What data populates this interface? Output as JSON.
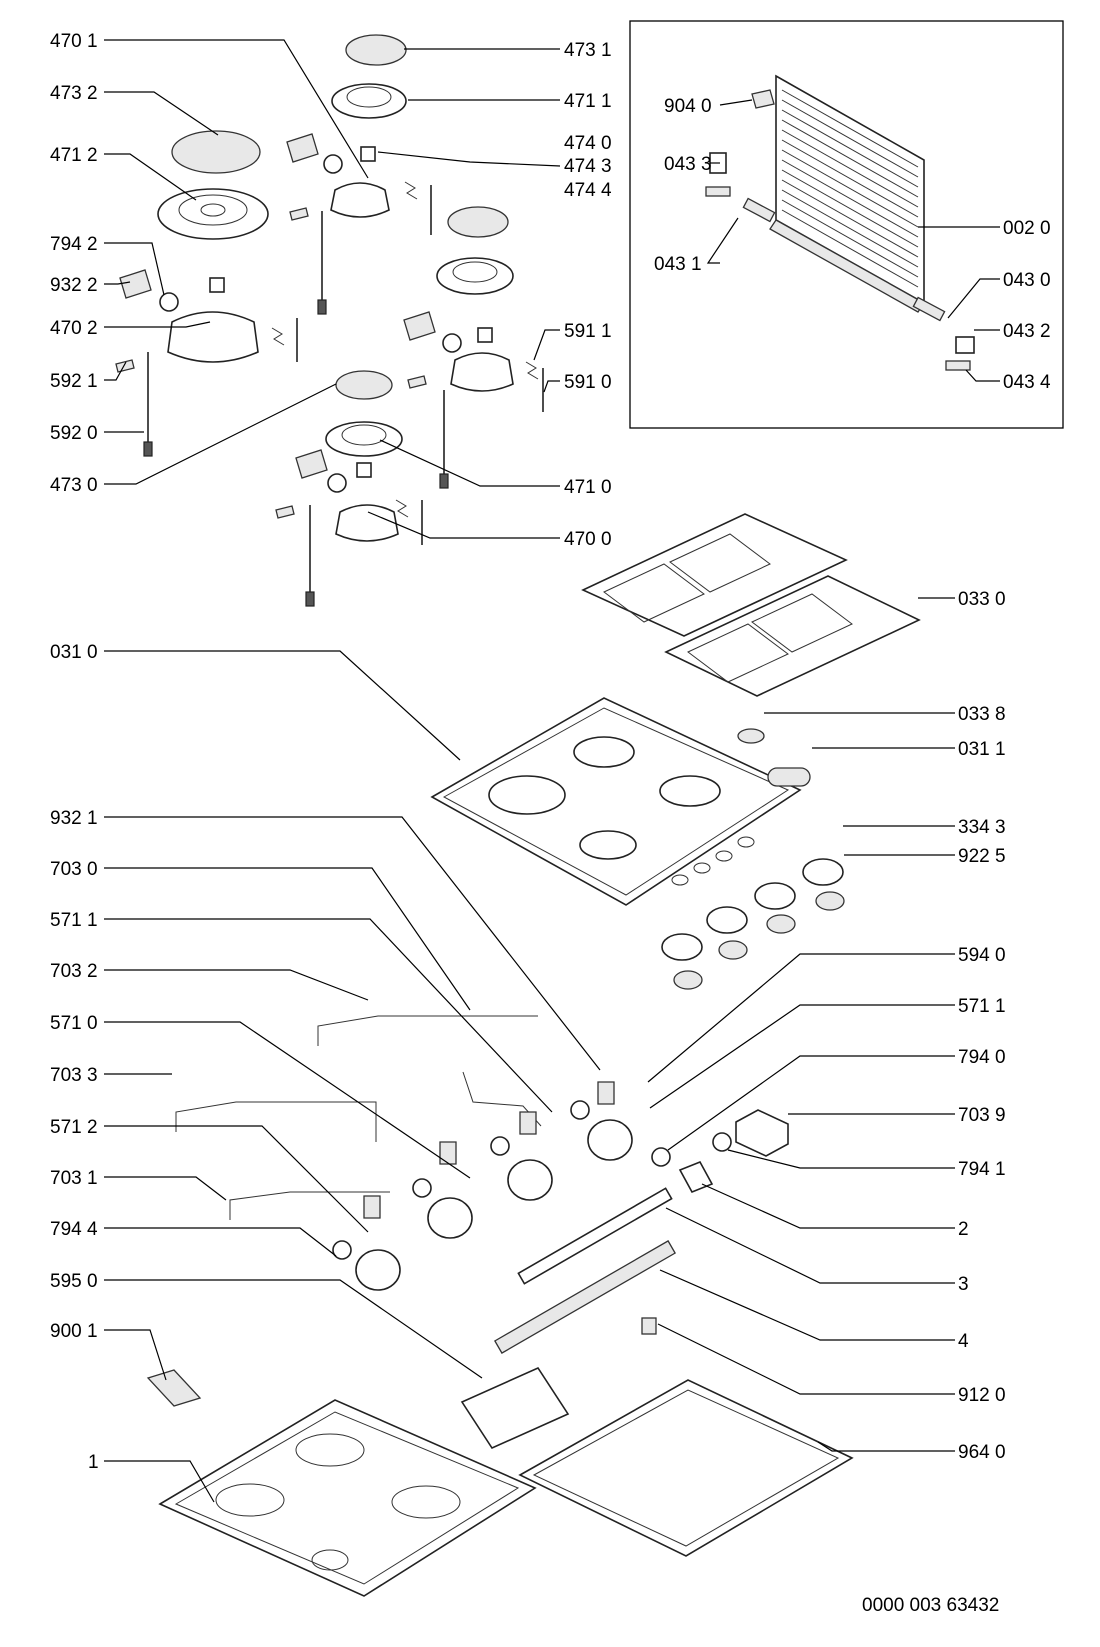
{
  "document": {
    "reference_code": "0000 003 63432"
  },
  "labels": [
    {
      "id": "L01",
      "text": "470 1"
    },
    {
      "id": "L02",
      "text": "473 2"
    },
    {
      "id": "L03",
      "text": "471 2"
    },
    {
      "id": "L04",
      "text": "794 2"
    },
    {
      "id": "L05",
      "text": "932 2"
    },
    {
      "id": "L06",
      "text": "470 2"
    },
    {
      "id": "L07",
      "text": "592 1"
    },
    {
      "id": "L08",
      "text": "592 0"
    },
    {
      "id": "L09",
      "text": "473 0"
    },
    {
      "id": "L10",
      "text": "473 1"
    },
    {
      "id": "L11",
      "text": "471 1"
    },
    {
      "id": "L12",
      "text": "474 0"
    },
    {
      "id": "L13",
      "text": "474 3"
    },
    {
      "id": "L14",
      "text": "474 4"
    },
    {
      "id": "L15",
      "text": "591 1"
    },
    {
      "id": "L16",
      "text": "591 0"
    },
    {
      "id": "L17",
      "text": "471 0"
    },
    {
      "id": "L18",
      "text": "470 0"
    },
    {
      "id": "L19",
      "text": "904 0"
    },
    {
      "id": "L20",
      "text": "043 3"
    },
    {
      "id": "L21",
      "text": "043 1"
    },
    {
      "id": "L22",
      "text": "002 0"
    },
    {
      "id": "L23",
      "text": "043 0"
    },
    {
      "id": "L24",
      "text": "043 2"
    },
    {
      "id": "L25",
      "text": "043 4"
    },
    {
      "id": "L26",
      "text": "033 0"
    },
    {
      "id": "L27",
      "text": "031 0"
    },
    {
      "id": "L28",
      "text": "033 8"
    },
    {
      "id": "L29",
      "text": "031 1"
    },
    {
      "id": "L30",
      "text": "932 1"
    },
    {
      "id": "L31",
      "text": "334 3"
    },
    {
      "id": "L32",
      "text": "922 5"
    },
    {
      "id": "L33",
      "text": "703 0"
    },
    {
      "id": "L34",
      "text": "571 1"
    },
    {
      "id": "L35",
      "text": "594 0"
    },
    {
      "id": "L36",
      "text": "703 2"
    },
    {
      "id": "L37",
      "text": "571 1"
    },
    {
      "id": "L38",
      "text": "571 0"
    },
    {
      "id": "L39",
      "text": "794 0"
    },
    {
      "id": "L40",
      "text": "703 3"
    },
    {
      "id": "L41",
      "text": "703 9"
    },
    {
      "id": "L42",
      "text": "571 2"
    },
    {
      "id": "L43",
      "text": "794 1"
    },
    {
      "id": "L44",
      "text": "703 1"
    },
    {
      "id": "L45",
      "text": "794 4"
    },
    {
      "id": "L46",
      "text": "2"
    },
    {
      "id": "L47",
      "text": "595 0"
    },
    {
      "id": "L48",
      "text": "3"
    },
    {
      "id": "L49",
      "text": "4"
    },
    {
      "id": "L50",
      "text": "900 1"
    },
    {
      "id": "L51",
      "text": "912 0"
    },
    {
      "id": "L52",
      "text": "1"
    },
    {
      "id": "L53",
      "text": "964 0"
    }
  ]
}
